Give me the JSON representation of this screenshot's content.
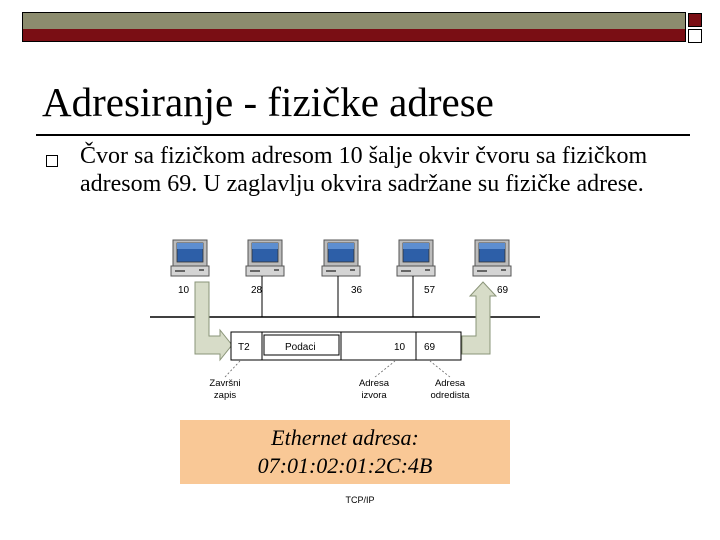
{
  "colors": {
    "olive_band": "#8c8c6e",
    "maroon_band": "#7a0e14",
    "ethernet_box": "#f9c896",
    "arrow_fill": "#d7dcc8"
  },
  "slide": {
    "title": "Adresiranje - fizičke adrese",
    "bullet_icon": "hollow-square-bullet-icon",
    "bullet_text": "Čvor sa fizičkom adresom 10 šalje okvir čvoru sa fizičkom adresom 69. U zaglavlju okvira sadržane su fizičke adrese."
  },
  "diagram": {
    "computer_icon": "desktop-computer-icon",
    "node_addresses": [
      "10",
      "28",
      "36",
      "57",
      "69"
    ],
    "frame": {
      "trailer": "T2",
      "data": "Podaci",
      "source": "10",
      "destination": "69"
    },
    "labels": {
      "trailer": [
        "Završni",
        "zapis"
      ],
      "source": [
        "Adresa",
        "izvora"
      ],
      "destination": [
        "Adresa",
        "odredista"
      ]
    }
  },
  "ethernet": {
    "line1": "Ethernet adresa:",
    "line2": "07:01:02:01:2C:4B"
  },
  "footer": "TCP/IP"
}
